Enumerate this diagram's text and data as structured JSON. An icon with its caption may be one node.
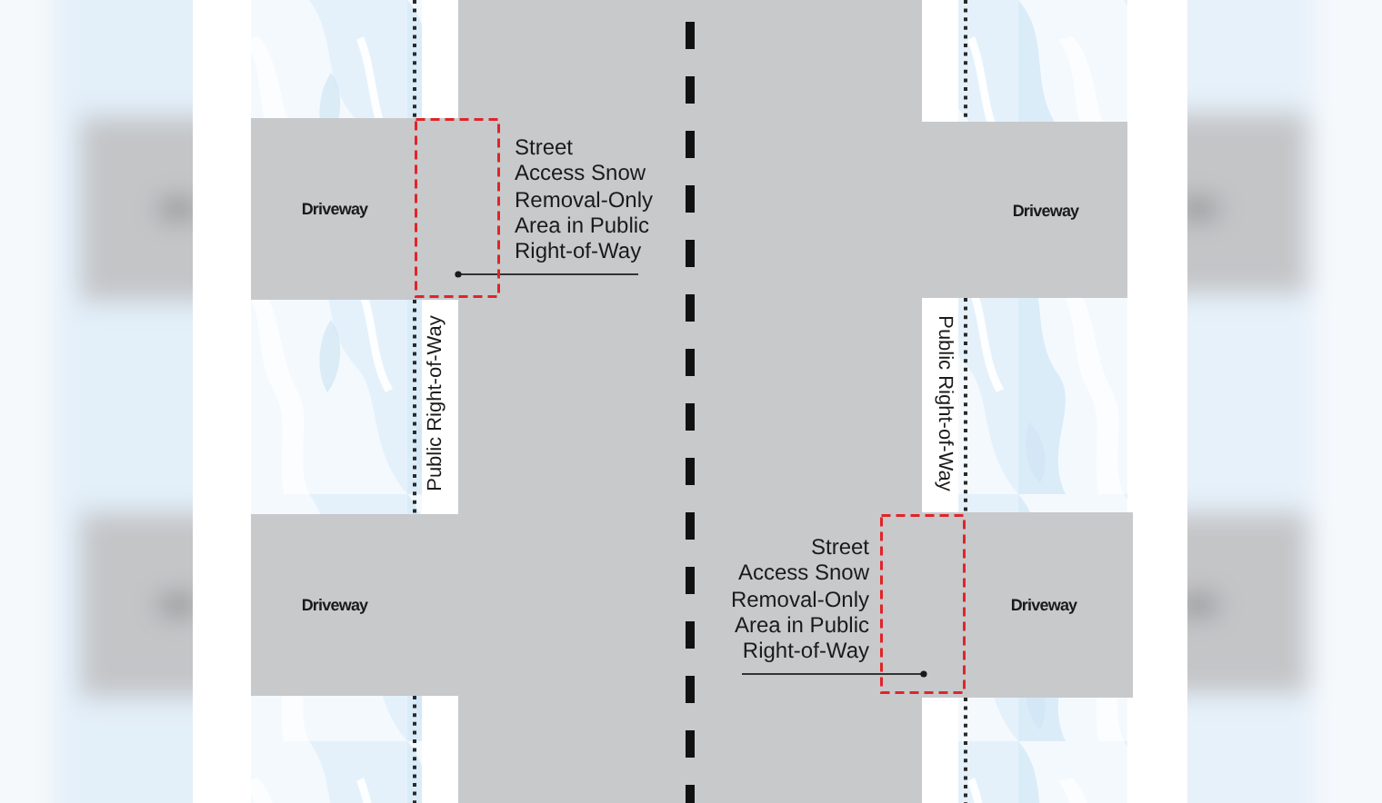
{
  "diagram": {
    "nodes": [
      {
        "text": [
          "Driveway"
        ]
      },
      {
        "text": [],
        "shape": "box"
      },
      {
        "text": [
          "Street Access Snow Removal-Only Area in Public Right-of-Way"
        ]
      },
      {
        "text": [
          "Driveway"
        ]
      },
      {
        "text": [
          "Driveway"
        ]
      },
      {
        "text": [
          "Street Access Snow Removal-Only Area in Public Right-of-Way"
        ]
      },
      {
        "text": [],
        "shape": "box"
      },
      {
        "text": [
          "Driveway"
        ]
      }
    ],
    "edges": [
      {
        "from": 2,
        "to": 1,
        "arrow": "other"
      },
      {
        "from": 5,
        "to": 6,
        "arrow": "other"
      }
    ],
    "labels": [
      "Public Right-of-Way",
      "Public Right-of-Way"
    ]
  }
}
